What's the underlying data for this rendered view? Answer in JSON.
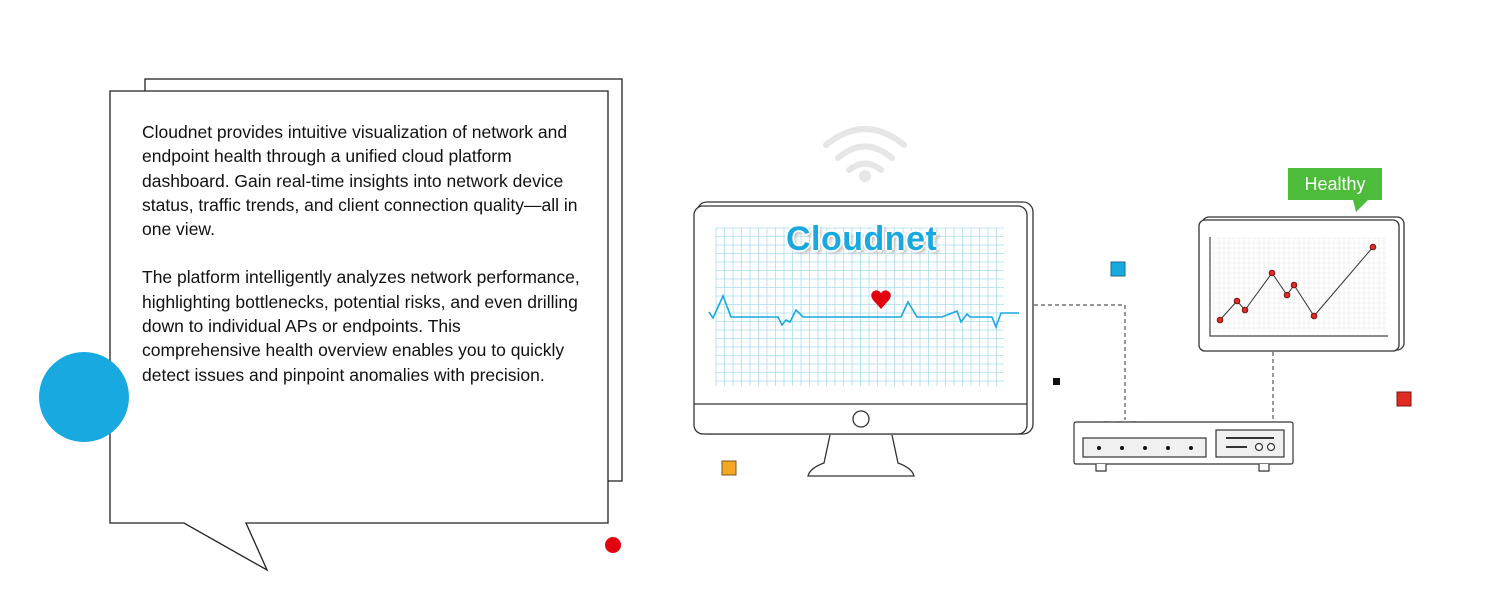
{
  "description_box": {
    "paragraphs": [
      "Cloudnet provides intuitive visualization of network and endpoint health through a unified cloud platform dashboard. Gain real-time insights into network device status, traffic trends, and client connection quality—all in one view.",
      "The platform intelligently analyzes network performance, highlighting bottlenecks, potential risks, and even drilling down to individual APs or endpoints. This comprehensive health overview enables you to quickly detect issues and pinpoint anomalies with precision."
    ]
  },
  "monitor": {
    "brand": "Cloudnet",
    "icon": "heart-icon"
  },
  "status_badge": {
    "label": "Healthy",
    "color": "#4cbc3a"
  },
  "colors": {
    "accent_blue": "#19a9e1",
    "heart_red": "#e3000f",
    "orange": "#f5a623",
    "red": "#e22b22"
  }
}
